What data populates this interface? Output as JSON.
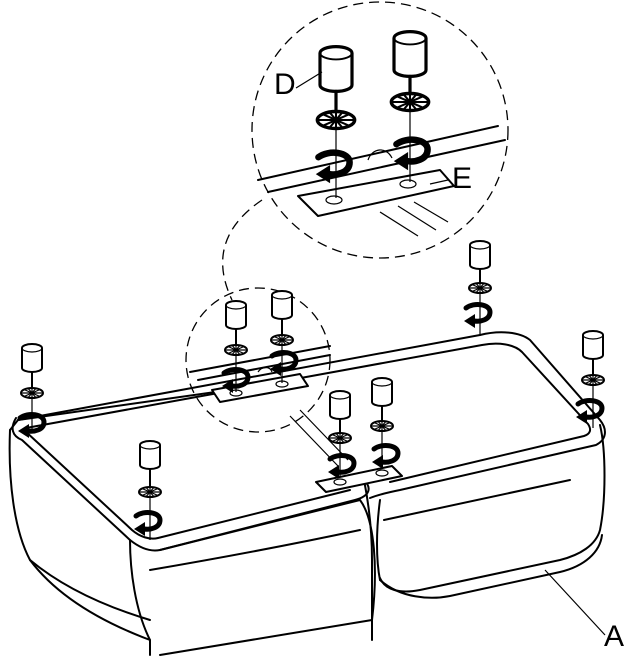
{
  "callouts": {
    "part_a": "A",
    "part_d": "D",
    "part_e": "E"
  },
  "colors": {
    "line": "#000000",
    "background": "#ffffff"
  },
  "icons": [
    "cap-screw-icon",
    "star-washer-icon",
    "rotate-arrow-icon",
    "connector-plate-icon"
  ]
}
